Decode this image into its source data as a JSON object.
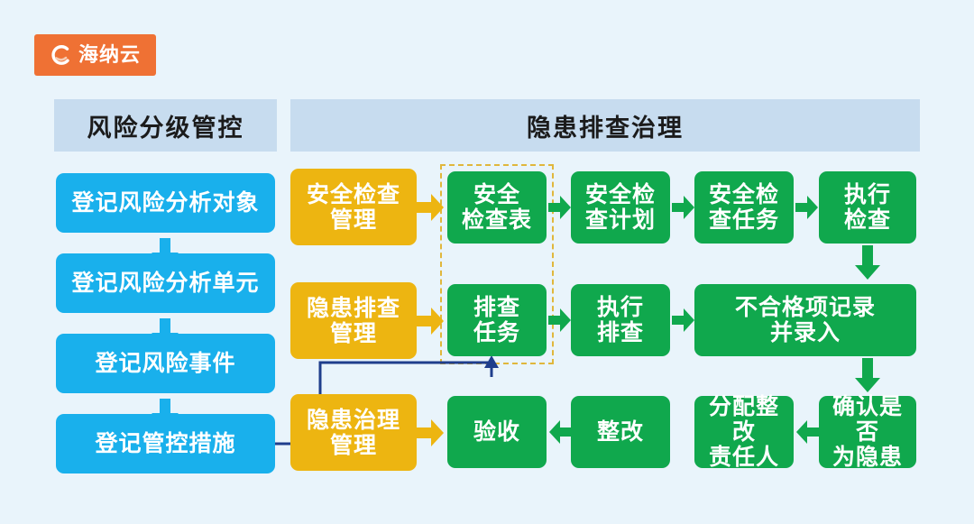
{
  "page": {
    "background_color": "#e9f4fb",
    "title": "风险分级管控与隐患排查治理流程图"
  },
  "logo": {
    "text": "海纳云",
    "mark": "c-swoosh-icon",
    "background_color": "#ef7134",
    "text_color": "#ffffff"
  },
  "headers": {
    "left": "风险分级管控",
    "right": "隐患排查治理",
    "background_color": "#c7dcef",
    "text_color": "#1b1b1b"
  },
  "colors": {
    "blue": "#19b0ec",
    "yellow": "#edb511",
    "green": "#10a84d",
    "dashed_border": "#e0b73c",
    "connector": "#1f3e8c"
  },
  "left_column": {
    "nodes": [
      {
        "label": "登记风险分析对象",
        "color": "blue"
      },
      {
        "label": "登记风险分析单元",
        "color": "blue"
      },
      {
        "label": "登记风险事件",
        "color": "blue"
      },
      {
        "label": "登记管控措施",
        "color": "blue"
      }
    ],
    "arrows": [
      "down",
      "down",
      "down"
    ]
  },
  "right_section": {
    "row1": {
      "module": "安全检查\n管理",
      "steps": [
        "安全\n检查表",
        "安全检\n查计划",
        "安全检\n查任务",
        "执行\n检查"
      ]
    },
    "row2": {
      "module": "隐患排查\n管理",
      "steps": [
        "排查\n任务",
        "执行\n排查",
        "不合格项记录\n并录入"
      ]
    },
    "row3": {
      "module": "隐患治理\n管理",
      "steps": [
        "验收",
        "整改",
        "分配整改\n责任人",
        "确认是否\n为隐患"
      ]
    }
  },
  "flow_arrows": {
    "module_to_step_1": "right",
    "module_to_step_2": "right",
    "module_to_step_3": "right",
    "row1_step_chain": [
      "right",
      "right",
      "right"
    ],
    "row2_step_chain": [
      "right",
      "right"
    ],
    "row3_step_chain": [
      "left",
      "left"
    ],
    "execute_check_to_record": "down",
    "record_to_confirm": "down",
    "measures_to_task": "elbow-up"
  }
}
